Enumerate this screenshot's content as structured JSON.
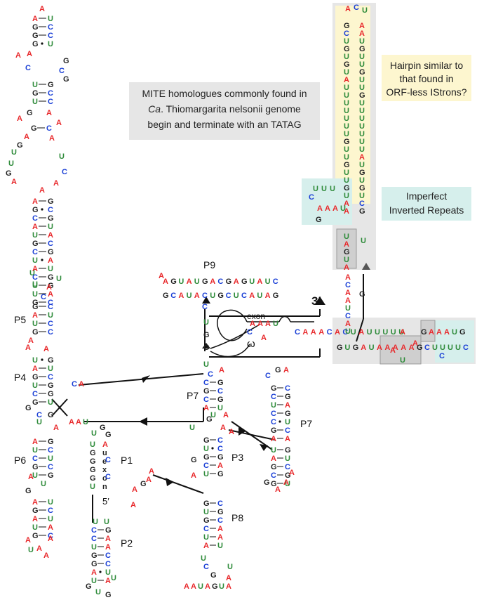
{
  "annotations": {
    "mite_line1": "MITE homologues commonly found in",
    "mite_line2_it": "Ca",
    "mite_line2_rest": ". Thiomargarita nelsonii genome",
    "mite_line3": "begin and terminate with an TATAG",
    "hairpin_line1": "Hairpin similar to",
    "hairpin_line2": "that found in",
    "hairpin_line3": "ORF-less IStrons?",
    "repeats_line1": "Imperfect",
    "repeats_line2": "Inverted Repeats"
  },
  "labels": {
    "p9": "P9",
    "p5": "P5",
    "p4": "P4",
    "p6": "P6",
    "p7_left": "P7",
    "p7_right": "P7",
    "p3": "P3",
    "p1": "P1",
    "p2": "P2",
    "p8": "P8",
    "three_prime": "3′",
    "five_prime": "5′",
    "exon": "exon",
    "omega": "ω",
    "exon_vertical": "exon"
  },
  "colors": {
    "A": "#e8282b",
    "U": "#2e8b3a",
    "G": "#222222",
    "C": "#1a3fd6",
    "mite_box": "#e6e6e6",
    "hairpin_box": "#fdf6cf",
    "repeats_box": "#d6efec",
    "highlight": "#cfcfcf"
  },
  "sequences": {
    "p9_top": "AGUAUGACGAGUAUC",
    "p9_bottom": "GCAUACUGCUCAUAG",
    "left_stem": "UUGAUCGGUAGU",
    "j_3prime": "AAAU",
    "tail_top": "CAAACACUAUUUUU",
    "tail_bottom": "GUGAUAAAAA",
    "right_loop": "GAAAUG",
    "right_bottom": "GCUUUUC"
  }
}
